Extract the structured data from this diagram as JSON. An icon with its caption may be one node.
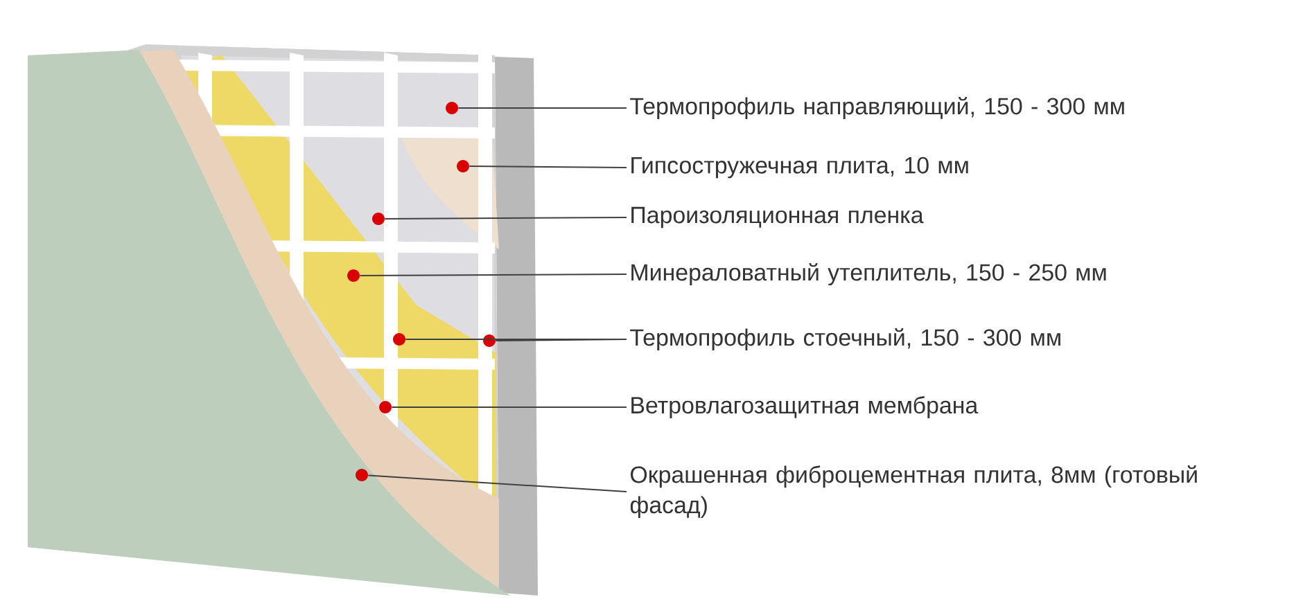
{
  "diagram": {
    "nodes": [
      {
        "text": [
          "Термопрофиль направляющий, 150 - 300 мм"
        ]
      },
      {
        "text": [
          "Гипсостружечная плита, 10 мм"
        ]
      },
      {
        "text": [
          "Пароизоляционная пленка"
        ]
      },
      {
        "text": [
          "Минераловатный утеплитель, 150 - 250 мм"
        ]
      },
      {
        "text": [
          "Термопрофиль стоечный, 150 - 300 мм"
        ]
      },
      {
        "text": [
          "Ветровлагозащитная мембрана"
        ]
      },
      {
        "text": [
          "Окрашенная фиброцементная плита, 8мм (готовый фасад)"
        ]
      },
      {
        "text": [],
        "shape": "circle"
      },
      {
        "text": [],
        "shape": "circle"
      },
      {
        "text": [],
        "shape": "circle"
      },
      {
        "text": [],
        "shape": "circle"
      },
      {
        "text": [],
        "shape": "circle"
      },
      {
        "text": [],
        "shape": "circle"
      },
      {
        "text": [],
        "shape": "circle"
      },
      {
        "text": [],
        "shape": "circle"
      }
    ],
    "edges": [
      {
        "from": 0,
        "to": 7,
        "arrow": "none"
      },
      {
        "from": 1,
        "to": 8,
        "arrow": "none"
      },
      {
        "from": 2,
        "to": 9,
        "arrow": "none"
      },
      {
        "from": 3,
        "to": 10,
        "arrow": "none"
      },
      {
        "from": 4,
        "to": 11,
        "arrow": "none"
      },
      {
        "from": 4,
        "to": 12,
        "arrow": "none"
      },
      {
        "from": 5,
        "to": 13,
        "arrow": "none"
      },
      {
        "from": 6,
        "to": 14,
        "arrow": "none"
      }
    ]
  }
}
